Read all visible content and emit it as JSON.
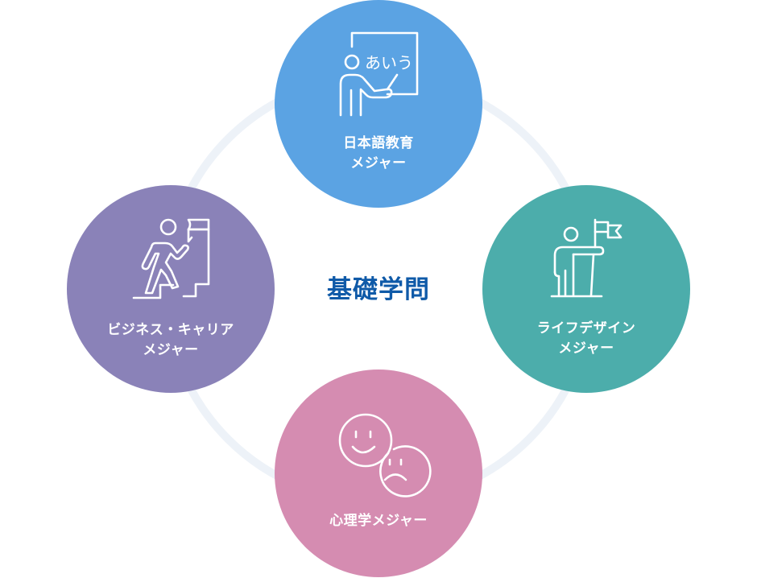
{
  "colors": {
    "ring": "#edf2f8",
    "center_text": "#0f5aa8",
    "japanese_major": "#5ba3e3",
    "business_major": "#8a82b8",
    "life_design_major": "#4cadab",
    "psychology_major": "#d58cb1",
    "icon_stroke": "#ffffff"
  },
  "center": {
    "title": "基礎学問"
  },
  "majors": [
    {
      "id": "japanese",
      "line1": "日本語教育",
      "line2": "メジャー",
      "icon": "teacher-whiteboard-icon",
      "icon_text": "あいう"
    },
    {
      "id": "business",
      "line1": "ビジネス・キャリア",
      "line2": "メジャー",
      "icon": "person-climbing-stairs-flag-icon"
    },
    {
      "id": "life_design",
      "line1": "ライフデザイン",
      "line2": "メジャー",
      "icon": "person-on-podium-flag-icon"
    },
    {
      "id": "psychology",
      "line1": "心理学メジャー",
      "icon": "happy-sad-faces-icon"
    }
  ]
}
